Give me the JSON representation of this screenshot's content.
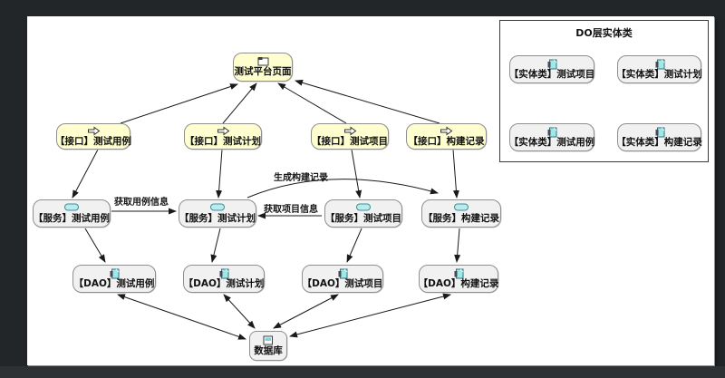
{
  "diagram": {
    "page_node": {
      "label": "测试平台页面",
      "icon": "window-icon"
    },
    "interface_nodes": [
      {
        "label": "【接口】测试用例",
        "icon": "arrow-icon"
      },
      {
        "label": "【接口】测试计划",
        "icon": "arrow-icon"
      },
      {
        "label": "【接口】测试项目",
        "icon": "arrow-icon"
      },
      {
        "label": "【接口】构建记录",
        "icon": "arrow-icon"
      }
    ],
    "service_nodes": [
      {
        "label": "【服务】测试用例",
        "icon": "pill-icon"
      },
      {
        "label": "【服务】测试计划",
        "icon": "pill-icon"
      },
      {
        "label": "【服务】测试项目",
        "icon": "pill-icon"
      },
      {
        "label": "【服务】构建记录",
        "icon": "pill-icon"
      }
    ],
    "dao_nodes": [
      {
        "label": "【DAO】测试用例",
        "icon": "class-icon"
      },
      {
        "label": "【DAO】测试计划",
        "icon": "class-icon"
      },
      {
        "label": "【DAO】测试项目",
        "icon": "class-icon"
      },
      {
        "label": "【DAO】构建记录",
        "icon": "class-icon"
      }
    ],
    "database_node": {
      "label": "数据库",
      "icon": "table-icon"
    },
    "edge_labels": {
      "get_case_info": "获取用例信息",
      "get_project_info": "获取项目信息",
      "generate_build_record": "生成构建记录"
    },
    "entity_panel": {
      "title": "DO层实体类",
      "items": [
        {
          "label": "【实体类】测试项目",
          "icon": "class-icon"
        },
        {
          "label": "【实体类】测试计划",
          "icon": "class-icon"
        },
        {
          "label": "【实体类】测试用例",
          "icon": "class-icon"
        },
        {
          "label": "【实体类】构建记录",
          "icon": "class-icon"
        }
      ]
    },
    "colors": {
      "frame_background": "#232629",
      "canvas_background": "#ffffff",
      "interface_fill": "#fefece",
      "node_fill": "#f1f1f1",
      "node_border": "#8f8f8f",
      "icon_teal_fill": "#b9ecee",
      "icon_teal_border": "#3d8f98",
      "edge_color": "#1a1a1a"
    }
  }
}
